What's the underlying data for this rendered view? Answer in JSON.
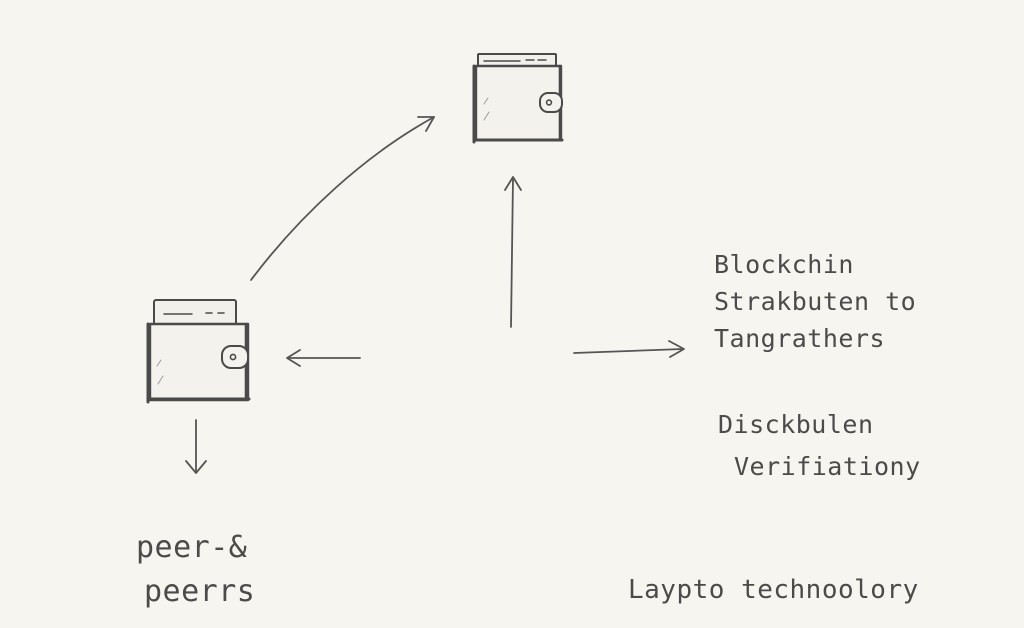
{
  "labels": {
    "blockchain": [
      "Blockchin",
      "Strakbuten to",
      "Tangrathers"
    ],
    "verification": [
      "Disckbulen",
      "Verifiationy"
    ],
    "peer": [
      "peer-&",
      "peerrs"
    ],
    "technology": "Laypto technoolory"
  },
  "icons": {
    "top_wallet": "wallet-icon",
    "left_wallet": "wallet-icon"
  },
  "colors": {
    "paper": "#f6f5f0",
    "pencil": "#4a4a4a"
  }
}
